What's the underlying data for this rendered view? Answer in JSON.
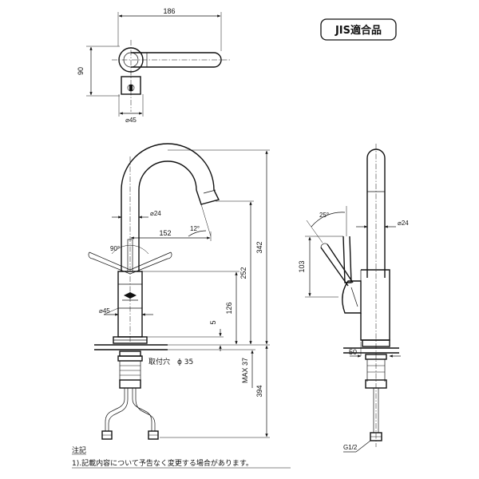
{
  "badge": "JIS適合品",
  "top_view": {
    "width": "186",
    "depth": "90",
    "dia": "⌀45"
  },
  "front_view": {
    "spout_dia": "⌀24",
    "reach": "152",
    "spout_angle": "12°",
    "lever_angle": "90°",
    "body_dia": "⌀45",
    "height_total": "342",
    "height_outlet": "252",
    "height_body": "126",
    "base_gap": "5",
    "mount_hole": "取付穴　ϕ 35",
    "max_thickness": "MAX 37",
    "hose_length": "394"
  },
  "side_view": {
    "lever_angle": "25°",
    "spout_dia": "⌀24",
    "lever_height": "103",
    "base": "50",
    "thread": "G1/2"
  },
  "notes": {
    "title": "注記",
    "line1": "1).記載内容について予告なく変更する場合があります。"
  }
}
